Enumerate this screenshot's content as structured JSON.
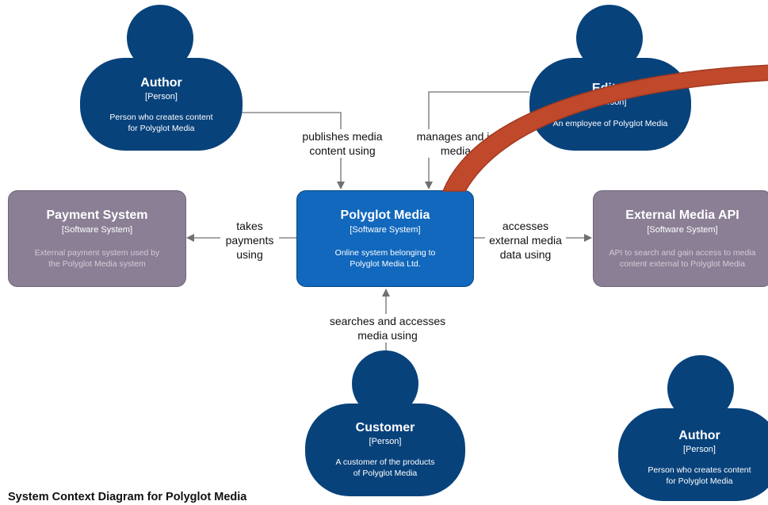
{
  "title": "System Context Diagram for Polyglot Media",
  "elements": {
    "author": {
      "name": "Author",
      "type": "[Person]",
      "desc_line1": "Person who creates content",
      "desc_line2": "for Polyglot Media"
    },
    "editor": {
      "name": "Editor",
      "type": "[Person]",
      "desc_line1": "An employee of Polyglot Media"
    },
    "payment": {
      "name": "Payment System",
      "type": "[Software System]",
      "desc_line1": "External payment system used by",
      "desc_line2": "the Polyglot Media system"
    },
    "polyglot": {
      "name": "Polyglot Media",
      "type": "[Software System]",
      "desc_line1": "Online system belonging to",
      "desc_line2": "Polyglot Media Ltd."
    },
    "external_api": {
      "name": "External Media API",
      "type": "[Software System]",
      "desc_line1": "API to search and gain access to media",
      "desc_line2": "content external to Polyglot Media"
    },
    "customer": {
      "name": "Customer",
      "type": "[Person]",
      "desc_line1": "A customer of the products",
      "desc_line2": "of Polyglot Media"
    },
    "author_copy": {
      "name": "Author",
      "type": "[Person]",
      "desc_line1": "Person who creates content",
      "desc_line2": "for Polyglot Media"
    }
  },
  "relationships": {
    "publishes": {
      "line1": "publishes media",
      "line2": "content using"
    },
    "manages": {
      "line1": "manages and is",
      "line2": "media"
    },
    "payments": {
      "line1": "takes",
      "line2": "payments",
      "line3": "using"
    },
    "accesses": {
      "line1": "accesses",
      "line2": "external media",
      "line3": "data using"
    },
    "searches": {
      "line1": "searches and accesses",
      "line2": "media using"
    }
  },
  "colors": {
    "person": "#08427b",
    "internal_system": "#1168bd",
    "external_system": "#8a7f94",
    "overlay_stroke": "#c0492c",
    "connector": "#707070"
  }
}
